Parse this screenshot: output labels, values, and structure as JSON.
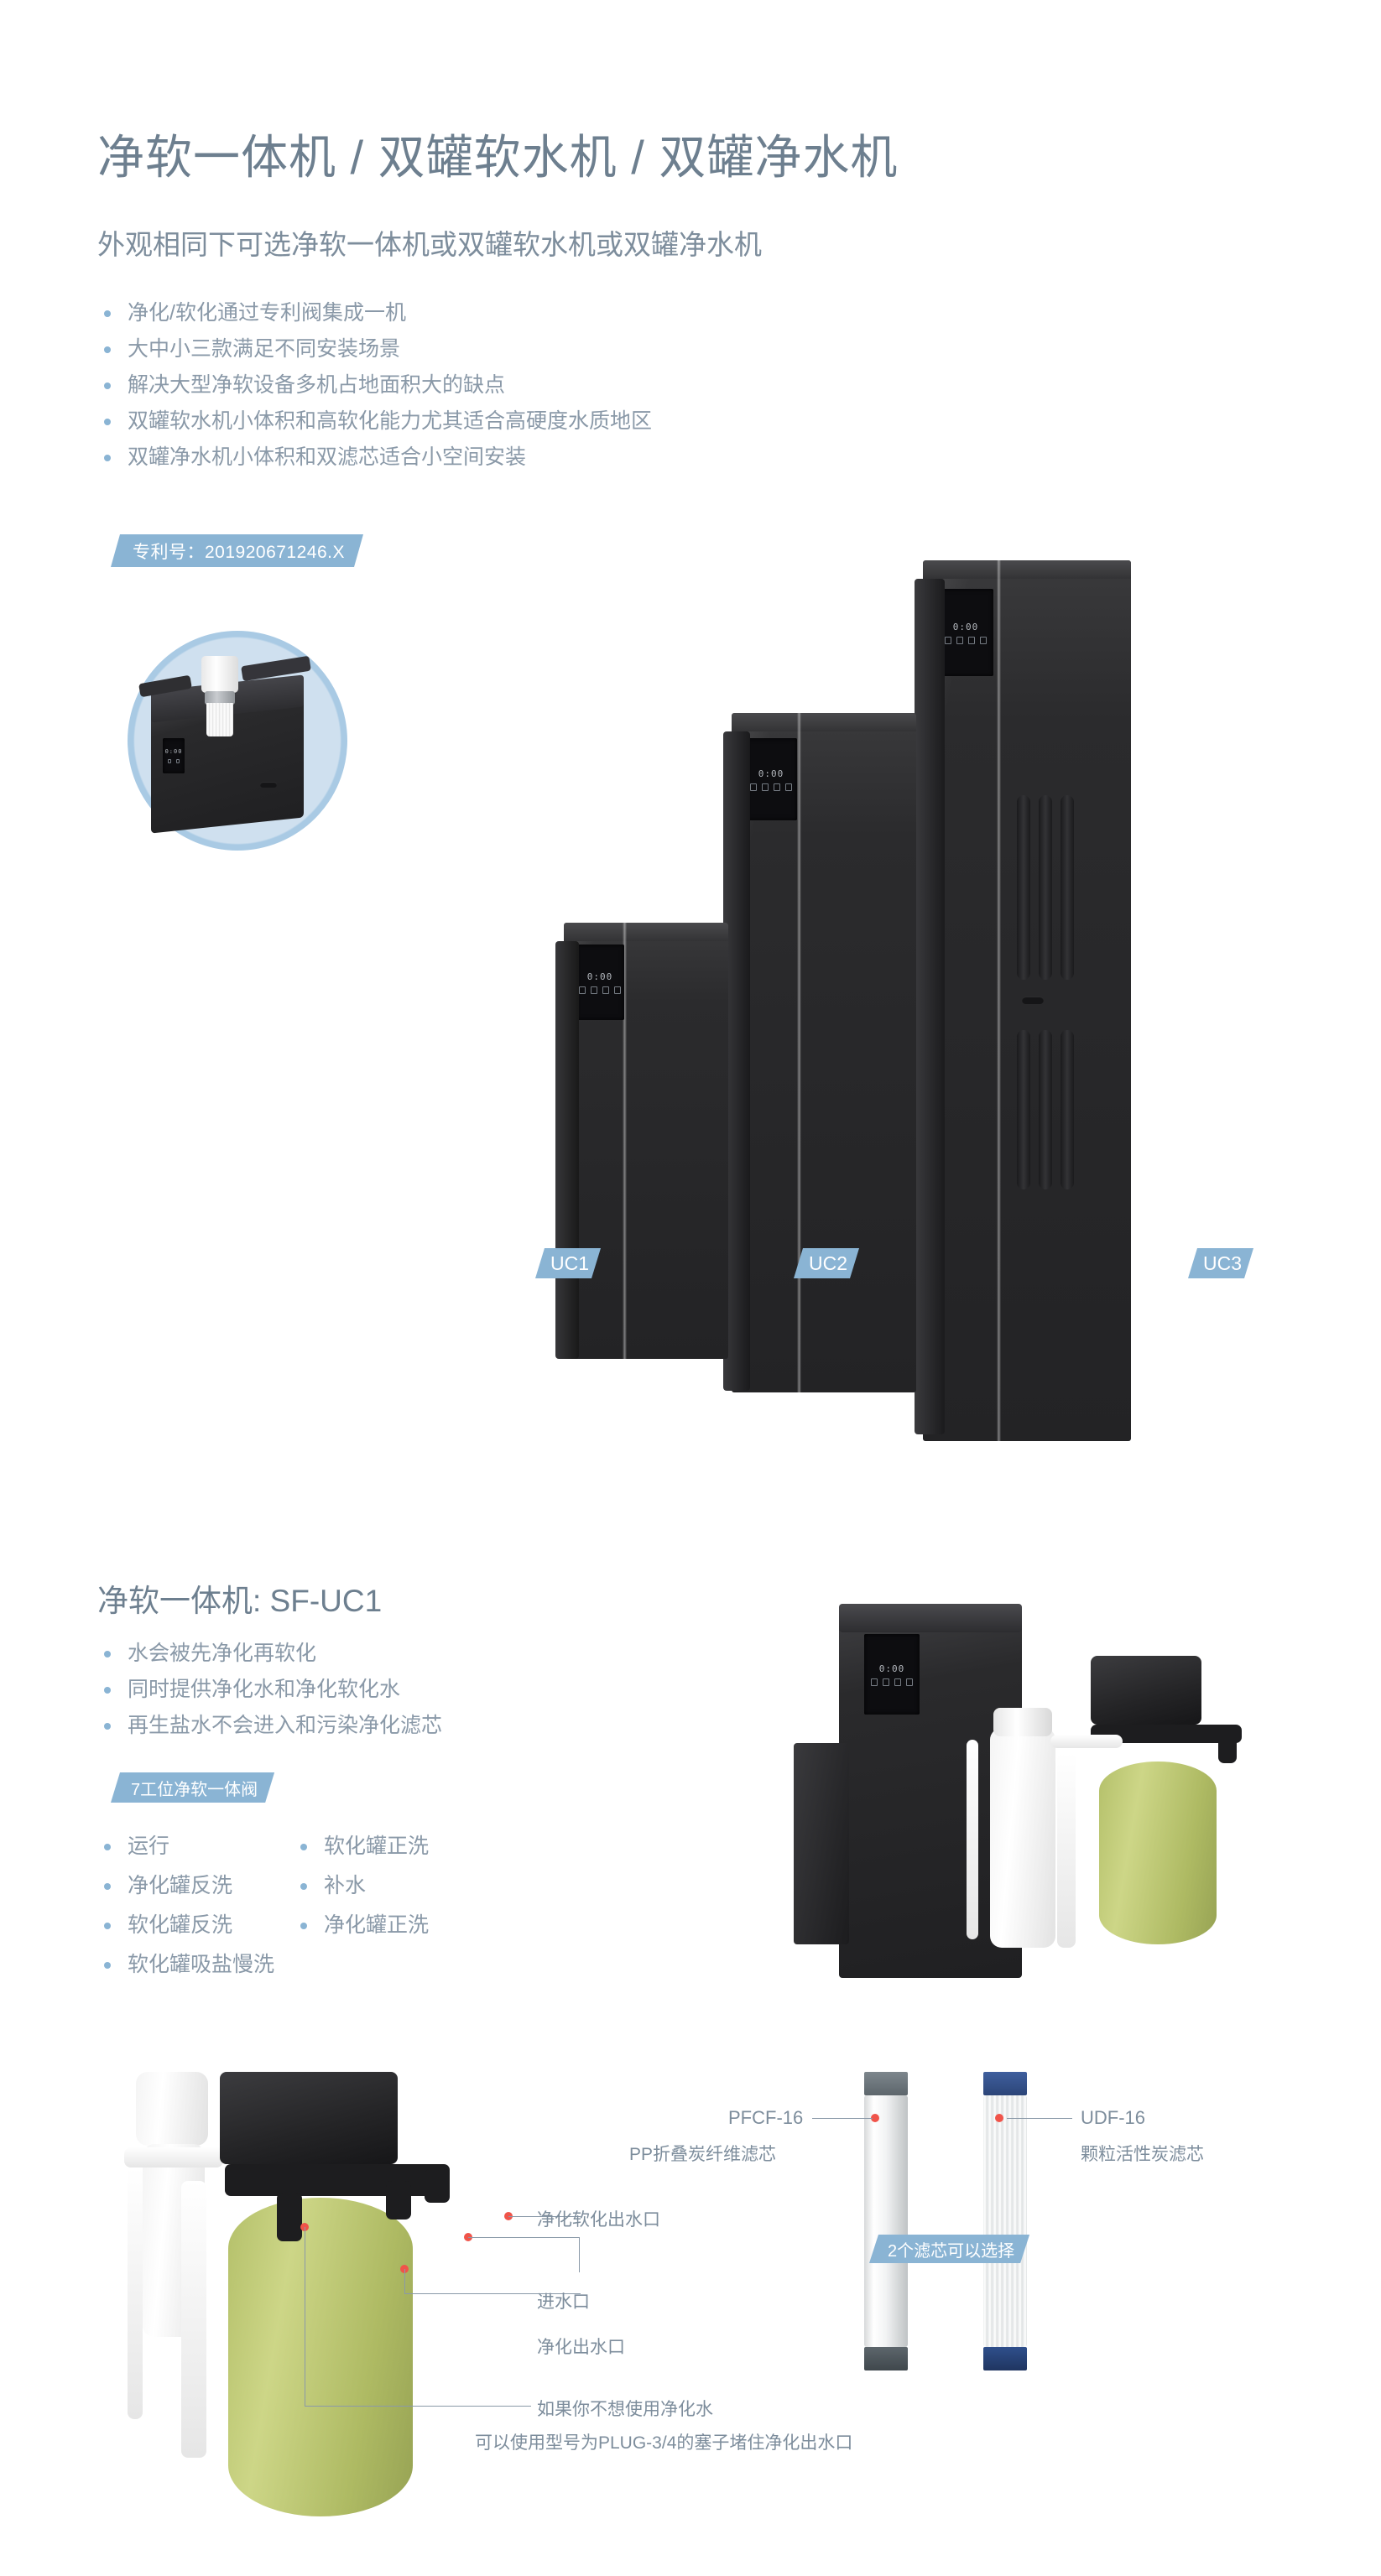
{
  "hero": {
    "title": "净软一体机 / 双罐软水机 / 双罐净水机",
    "subtitle": "外观相同下可选净软一体机或双罐软水机或双罐净水机",
    "bullets": [
      "净化/软化通过专利阀集成一机",
      "大中小三款满足不同安装场景",
      "解决大型净软设备多机占地面积大的缺点",
      "双罐软水机小体积和高软化能力尤其适合高硬度水质地区",
      "双罐净水机小体积和双滤芯适合小空间安装"
    ],
    "patent_badge": "专利号：201920671246.X",
    "model_badges": [
      "UC1",
      "UC2",
      "UC3"
    ],
    "lcd_time": "0:00"
  },
  "section2": {
    "title": "净软一体机: SF-UC1",
    "bullets": [
      "水会被先净化再软化",
      "同时提供净化水和净化软化水",
      "再生盐水不会进入和污染净化滤芯"
    ],
    "valve_badge": "7工位净软一体阀",
    "valve_stages_left": [
      "运行",
      "净化罐反洗",
      "软化罐反洗",
      "软化罐吸盐慢洗"
    ],
    "valve_stages_right": [
      "软化罐正洗",
      "补水",
      "净化罐正洗"
    ]
  },
  "diagram": {
    "callouts": [
      "净化软化出水口",
      "进水口",
      "净化出水口"
    ],
    "note_line1": "如果你不想使用净化水",
    "note_line2": "可以使用型号为PLUG-3/4的塞子堵住净化出水口"
  },
  "cartridges": {
    "badge": "2个滤芯可以选择",
    "left": {
      "model": "PFCF-16",
      "desc": "PP折叠炭纤维滤芯"
    },
    "right": {
      "model": "UDF-16",
      "desc": "颗粒活性炭滤芯"
    }
  },
  "colors": {
    "accent_blue": "#8ab4d4",
    "text_slate": "#6d7f8f",
    "text_slate_light": "#8a99a8",
    "dot_red": "#f0544a",
    "tank_green": "#b4c06a"
  }
}
